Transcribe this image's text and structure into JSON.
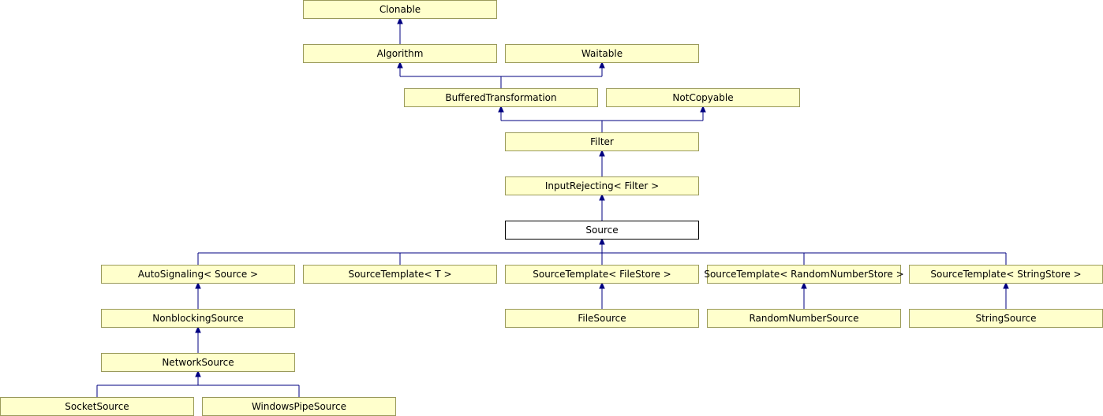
{
  "diagram": {
    "nodes": [
      {
        "id": "clonable",
        "label": "Clonable"
      },
      {
        "id": "algorithm",
        "label": "Algorithm"
      },
      {
        "id": "waitable",
        "label": "Waitable"
      },
      {
        "id": "bufferedtransformation",
        "label": "BufferedTransformation"
      },
      {
        "id": "notcopyable",
        "label": "NotCopyable"
      },
      {
        "id": "filter",
        "label": "Filter"
      },
      {
        "id": "inputrejecting",
        "label": "InputRejecting< Filter >"
      },
      {
        "id": "source",
        "label": "Source"
      },
      {
        "id": "autosignaling",
        "label": "AutoSignaling< Source >"
      },
      {
        "id": "sourcetemplate-t",
        "label": "SourceTemplate< T >"
      },
      {
        "id": "sourcetemplate-filestore",
        "label": "SourceTemplate< FileStore >"
      },
      {
        "id": "sourcetemplate-randomnumberstore",
        "label": "SourceTemplate< RandomNumberStore >"
      },
      {
        "id": "sourcetemplate-stringstore",
        "label": "SourceTemplate< StringStore >"
      },
      {
        "id": "nonblockingsource",
        "label": "NonblockingSource"
      },
      {
        "id": "filesource",
        "label": "FileSource"
      },
      {
        "id": "randomnumbersource",
        "label": "RandomNumberSource"
      },
      {
        "id": "stringsource",
        "label": "StringSource"
      },
      {
        "id": "networksource",
        "label": "NetworkSource"
      },
      {
        "id": "socketsource",
        "label": "SocketSource"
      },
      {
        "id": "windowspipesource",
        "label": "WindowsPipeSource"
      }
    ],
    "current_node": "source",
    "edge_color": "#000080",
    "box_fill": "#ffffcc"
  }
}
